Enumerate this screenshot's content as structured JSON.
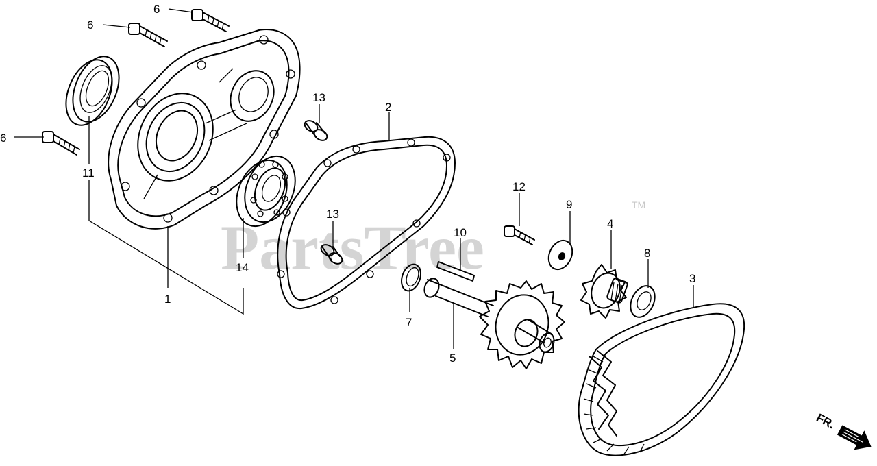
{
  "watermark": {
    "text": "PartsTree",
    "tm": "TM"
  },
  "front_indicator": {
    "label": "FR."
  },
  "callouts": [
    {
      "id": "6a",
      "text": "6"
    },
    {
      "id": "6b",
      "text": "6"
    },
    {
      "id": "6c",
      "text": "6"
    },
    {
      "id": "13a",
      "text": "13"
    },
    {
      "id": "2",
      "text": "2"
    },
    {
      "id": "11",
      "text": "11"
    },
    {
      "id": "12",
      "text": "12"
    },
    {
      "id": "9",
      "text": "9"
    },
    {
      "id": "4",
      "text": "4"
    },
    {
      "id": "13b",
      "text": "13"
    },
    {
      "id": "10",
      "text": "10"
    },
    {
      "id": "8",
      "text": "8"
    },
    {
      "id": "3",
      "text": "3"
    },
    {
      "id": "14",
      "text": "14"
    },
    {
      "id": "1",
      "text": "1"
    },
    {
      "id": "7",
      "text": "7"
    },
    {
      "id": "5",
      "text": "5"
    }
  ]
}
